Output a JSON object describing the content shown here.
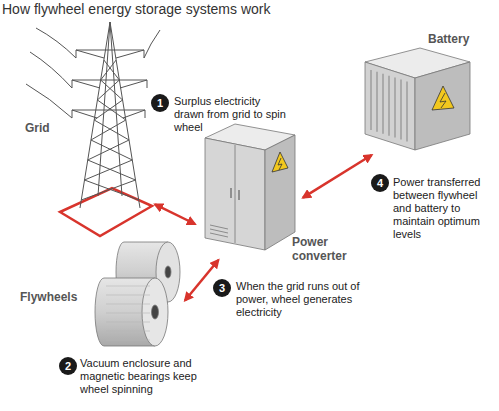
{
  "diagram": {
    "title": "How flywheel energy storage systems work",
    "nodes": [
      {
        "text": [
          "Grid"
        ]
      },
      {
        "text": [
          "Battery"
        ]
      },
      {
        "text": [
          "Power converter"
        ]
      },
      {
        "text": [
          "Flywheels"
        ]
      }
    ],
    "edges": [
      {
        "from": 0,
        "to": 2,
        "arrow": "both"
      },
      {
        "from": 2,
        "to": 3,
        "arrow": "both"
      },
      {
        "from": 2,
        "to": 1,
        "arrow": "both"
      }
    ],
    "labels": [
      "1",
      "Surplus electricity drawn from grid to spin wheel",
      "2",
      "Vacuum enclosure and magnetic bearings keep wheel spinning",
      "3",
      "When the grid runs out of power, wheel generates electricity",
      "4",
      "Power transferred between flywheel and battery to maintain optimum levels"
    ]
  }
}
